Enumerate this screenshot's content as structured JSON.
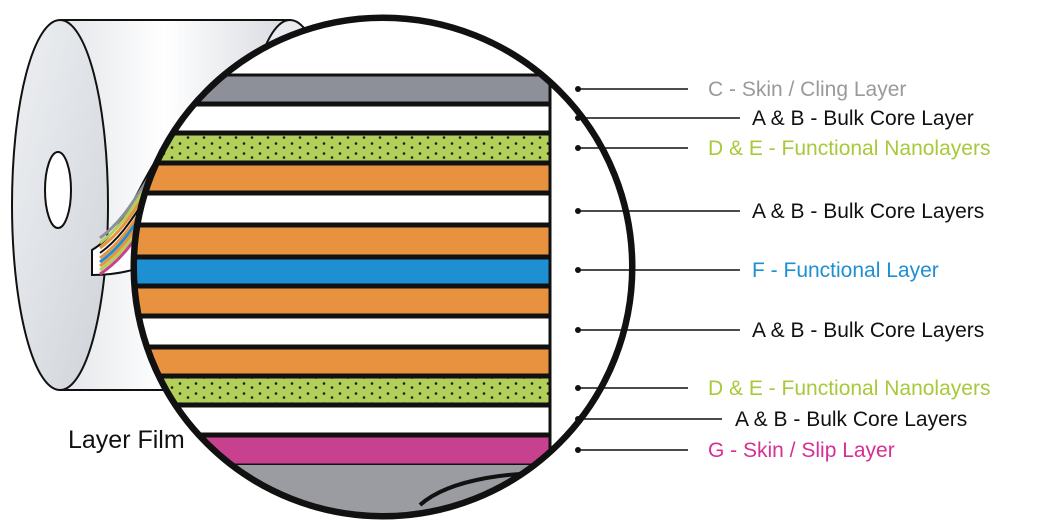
{
  "caption": "Layer Film",
  "colors": {
    "skin_cling": "#8d9098",
    "bulk_core": "#ffffff",
    "nanolayer": "#b2cf5a",
    "orange": "#e8923f",
    "functional": "#1f8fd3",
    "skin_slip": "#c8418f",
    "outline": "#111111"
  },
  "labels": [
    {
      "text": "C - Skin / Cling Layer",
      "color": "#9a9a9a"
    },
    {
      "text": "A & B - Bulk Core Layer",
      "color": "#111111"
    },
    {
      "text": "D & E - Functional Nanolayers",
      "color": "#a7c93b"
    },
    {
      "text": "A & B - Bulk Core Layers",
      "color": "#111111"
    },
    {
      "text": "F - Functional Layer",
      "color": "#1f8fd3"
    },
    {
      "text": "A & B - Bulk Core Layers",
      "color": "#111111"
    },
    {
      "text": "D & E - Functional Nanolayers",
      "color": "#a7c93b"
    },
    {
      "text": "A & B - Bulk Core Layers",
      "color": "#111111"
    },
    {
      "text": "G - Skin / Slip Layer",
      "color": "#d62f95"
    }
  ]
}
